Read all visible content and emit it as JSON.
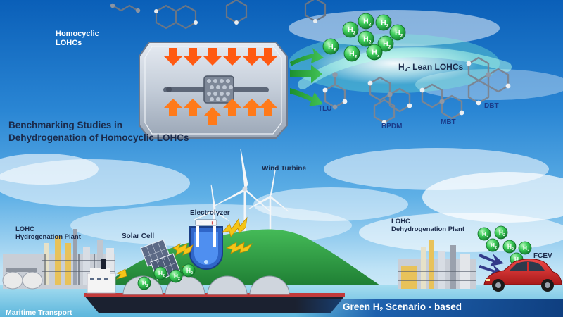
{
  "header": {
    "homocyclic_lohcs": "Homocyclic\nLOHCs",
    "title_line1": "Benchmarking Studies in",
    "title_line2": "Dehydrogenation of Homocyclic LOHCs"
  },
  "lean": {
    "label_prefix": "H",
    "label_sub": "2",
    "label_suffix": "- Lean LOHCs"
  },
  "molecules": {
    "tlu": "TLU",
    "bpdm": "BPDM",
    "mbt": "MBT",
    "dbt": "DBT"
  },
  "h2_symbol": {
    "main": "H",
    "sub": "2"
  },
  "scenario": {
    "wind_turbine": "Wind Turbine",
    "electrolyzer": "Electrolyzer",
    "solar_cell": "Solar Cell",
    "hydro_plant_line1": "LOHC",
    "hydro_plant_line2": "Hydrogenation Plant",
    "dehydro_plant_line1": "LOHC",
    "dehydro_plant_line2": "Dehydrogenation Plant",
    "fcev": "FCEV",
    "maritime": "Maritime Transport",
    "green_prefix": "Green H",
    "green_sub": "2",
    "green_suffix": " Scenario - based"
  },
  "colors": {
    "sky_top": "#0a5fb8",
    "sky_mid": "#3b8fd6",
    "sky_low": "#bfe3f6",
    "sea": "#8ad0ea",
    "hill": "#2fa449",
    "reactor": "#cfd6e0",
    "arrow_orange": "#ff6a1a",
    "h2_green": "#2bbf4e",
    "car_red": "#d42a2a",
    "banner_blue": "#1557a8",
    "lightning": "#f5c518"
  }
}
